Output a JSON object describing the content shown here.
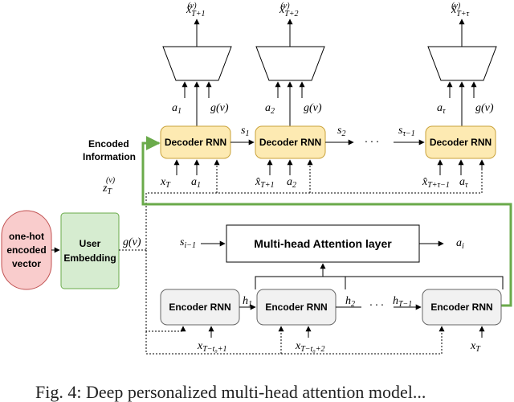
{
  "inputs": {
    "one_hot_line1": "one-hot",
    "one_hot_line2": "encoded",
    "one_hot_line3": "vector",
    "user_emb_line1": "User",
    "user_emb_line2": "Embedding",
    "g_v_out": "g(v)"
  },
  "decoder": {
    "box_label": "Decoder RNN",
    "encoded_info_line1": "Encoded",
    "encoded_info_line2": "Information",
    "outputs": [
      "x̂",
      "x̂",
      "x̂"
    ],
    "output_subs": [
      "(v)",
      "(v)",
      "(v)"
    ],
    "output_times": [
      "T+1",
      "T+2",
      "T+τ"
    ],
    "attn_in": [
      "a",
      "a",
      "a"
    ],
    "attn_in_subs": [
      "1",
      "2",
      "τ"
    ],
    "g_labels": [
      "g(v)",
      "g(v)",
      "g(v)"
    ],
    "states": [
      "s",
      "s",
      "s"
    ],
    "state_subs": [
      "1",
      "2",
      "τ−1"
    ],
    "dots": "· · ·",
    "z_label": "z",
    "z_sub": "T",
    "z_sup": "(v)",
    "bottom_x": [
      "x",
      "x̂",
      "x̂"
    ],
    "bottom_x_subs": [
      "T",
      "T+1",
      "T+τ−1"
    ],
    "bottom_a": [
      "a",
      "a",
      "a"
    ],
    "bottom_a_subs": [
      "1",
      "2",
      "τ"
    ]
  },
  "attention": {
    "title": "Multi-head Attention layer",
    "input_s": "s",
    "input_sub": "i−1",
    "output": "a",
    "output_sub": "i"
  },
  "encoder": {
    "box_label": "Encoder RNN",
    "hidden": [
      "h",
      "h",
      "h"
    ],
    "hidden_subs": [
      "1",
      "2",
      "T−1"
    ],
    "dots": "· · ·",
    "inputs": [
      "x",
      "x",
      "x"
    ],
    "input_subs": [
      "T−t₀+1",
      "T−t₀+2",
      "T"
    ]
  },
  "caption": "Fig. 4: Deep personalized multi-head attention model..."
}
